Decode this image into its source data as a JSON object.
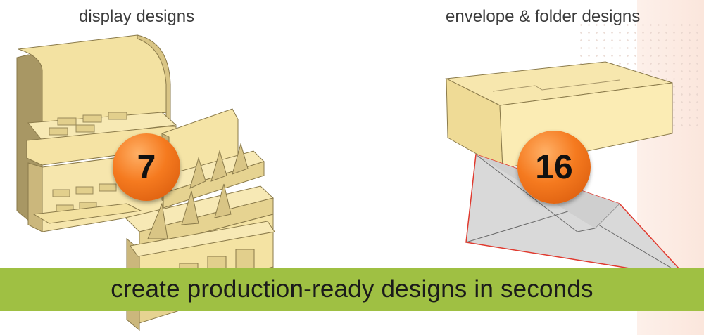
{
  "headings": {
    "left": "display designs",
    "right": "envelope & folder designs"
  },
  "badges": {
    "display_count": "7",
    "envelope_count": "16"
  },
  "banner": {
    "text": "create production-ready designs in seconds"
  },
  "colors": {
    "banner_green": "#9fc043",
    "cardboard": "#f7e7a9",
    "badge_orange": "#f57a1f",
    "envelope_gray": "#d8d8d8",
    "envelope_edge": "#e03a2f"
  }
}
